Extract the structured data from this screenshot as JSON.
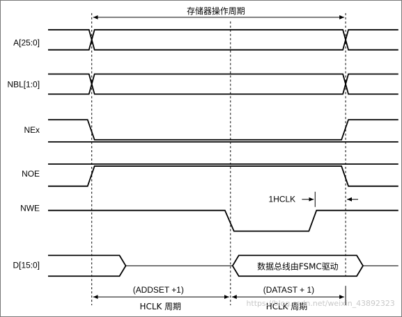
{
  "title": "存储器操作周期",
  "signals": [
    {
      "id": "addr",
      "label": "A[25:0]"
    },
    {
      "id": "nbl",
      "label": "NBL[1:0]"
    },
    {
      "id": "nex",
      "label": "NEx"
    },
    {
      "id": "noe",
      "label": "NOE"
    },
    {
      "id": "nwe",
      "label": "NWE"
    },
    {
      "id": "data",
      "label": "D[15:0]"
    }
  ],
  "annotations": {
    "hclk_gap": "1HCLK",
    "data_driven": "数据总线由FSMC驱动",
    "addset": "(ADDSET +1)",
    "addset_unit": "HCLK 周期",
    "datast": "(DATAST + 1)",
    "datast_unit": "HCLK 周期"
  },
  "watermark": "https://blog.csdn.net/weixin_43892323"
}
